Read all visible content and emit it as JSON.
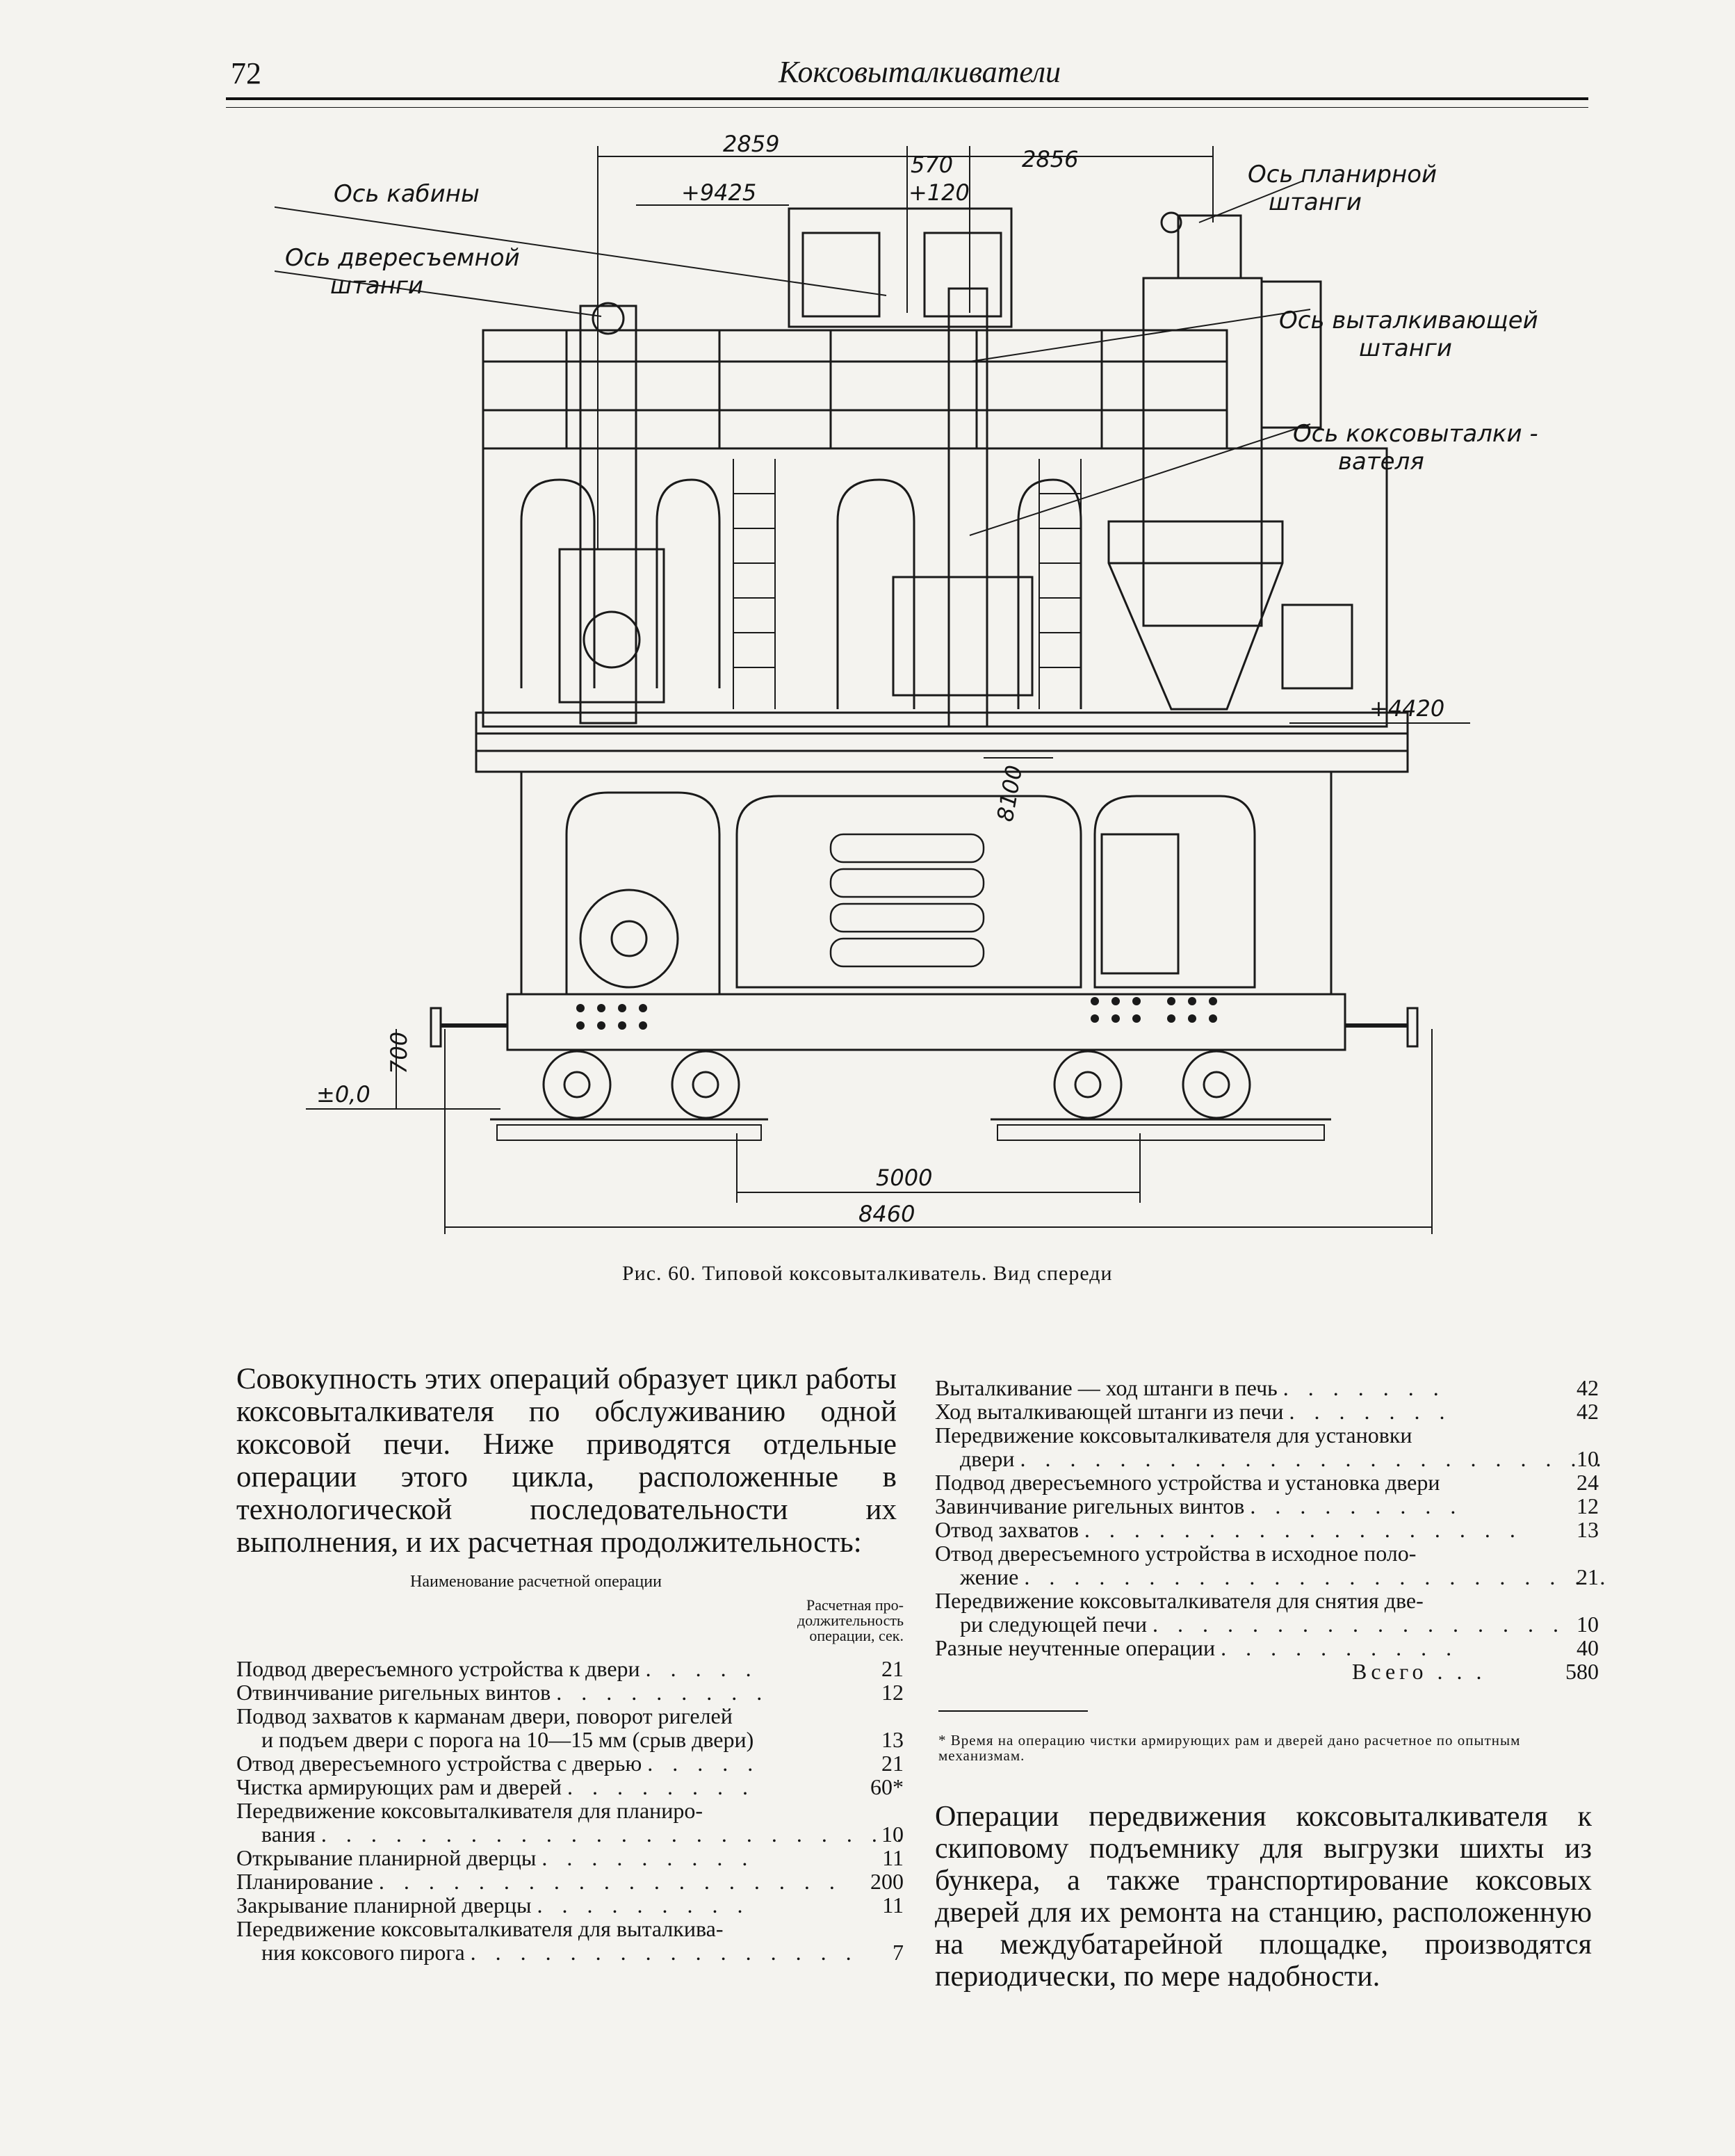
{
  "header": {
    "page_number": "72",
    "running_title": "Коксовыталкиватели"
  },
  "figure": {
    "caption": "Рис. 60. Типовой коксовыталкиватель. Вид спереди",
    "labels": {
      "cabin_axis": "Ось кабины",
      "door_bar_axis_1": "Ось двересъемной",
      "door_bar_axis_2": "штанги",
      "planir_axis_1": "Ось планирной",
      "planir_axis_2": "штанги",
      "push_axis_1": "Ось выталкивающей",
      "push_axis_2": "штанги",
      "machine_axis_1": "Ось коксовыталки -",
      "machine_axis_2": "вателя"
    },
    "dimensions": {
      "d2859": "2859",
      "d570": "570",
      "d2856": "2856",
      "d120": "+120",
      "elev9425": "+9425",
      "elev4420": "+4420",
      "d8100": "8100",
      "d700": "700",
      "elev0": "±0,0",
      "d5000": "5000",
      "d8460": "8460"
    }
  },
  "left_paragraph": "Совокупность этих операций образует цикл работы коксовыталкивателя по обслуживанию одной коксовой печи. Ниже приводятся отдельные операции этого цикла, расположенные в технологической последовательности их выполнения, и их расчетная продолжительность:",
  "table": {
    "name_header": "Наименование расчетной операции",
    "duration_header": [
      "Расчетная про-",
      "должительность",
      "операции, сек."
    ],
    "left_ops": [
      {
        "label": "Подвод двересъемного устройства к двери",
        "dots": ". . . . .",
        "value": "21"
      },
      {
        "label": "Отвинчивание ригельных винтов",
        "dots": ". . . . . . . . .",
        "value": "12"
      },
      {
        "label": "Подвод захватов к карманам двери, поворот ригелей",
        "cont": "и подъем двери с порога на 10—15 мм (срыв двери)",
        "value": "13"
      },
      {
        "label": "Отвод двересъемного устройства с дверью",
        "dots": ". . . . .",
        "value": "21"
      },
      {
        "label": "Чистка армирующих рам и дверей",
        "dots": ". . . . . . . .",
        "value": "60*"
      },
      {
        "label": "Передвижение коксовыталкивателя для планиро-",
        "cont": "вания",
        "cont_dots": ". . . . . . . . . . . . . . . . . . . . . . . .",
        "value": "10"
      },
      {
        "label": "Открывание планирной дверцы",
        "dots": ". . . . . . . . .",
        "value": "11"
      },
      {
        "label": "Планирование",
        "dots": ". . . . . . . . . . . . . . . . . . .",
        "value": "200"
      },
      {
        "label": "Закрывание планирной дверцы",
        "dots": ". . . . . . . . .",
        "value": "11"
      },
      {
        "label": "Передвижение коксовыталкивателя для выталкива-",
        "cont": "ния коксового пирога",
        "cont_dots": ". . . . . . . . . . . . . . . .",
        "value": "7"
      }
    ],
    "right_ops": [
      {
        "label": "Выталкивание — ход штанги в печь",
        "dots": ". . . . . . .",
        "value": "42"
      },
      {
        "label": "Ход выталкивающей штанги из печи",
        "dots": ". . . . . . .",
        "value": "42"
      },
      {
        "label": "Передвижение коксовыталкивателя для установки",
        "cont": "двери",
        "cont_dots": ". . . . . . . . . . . . . . . . . . . . . . . .",
        "value": "10"
      },
      {
        "label": "Подвод двересъемного устройства и установка двери",
        "value": "24"
      },
      {
        "label": "Завинчивание ригельных винтов",
        "dots": ". . . . . . . . .",
        "value": "12"
      },
      {
        "label": "Отвод захватов",
        "dots": ". . . . . . . . . . . . . . . . . .",
        "value": "13"
      },
      {
        "label": "Отвод двересъемного устройства в исходное поло-",
        "cont": "жение",
        "cont_dots": ". . . . . . . . . . . . . . . . . . . . . . . .",
        "value": "21"
      },
      {
        "label": "Передвижение коксовыталкивателя для снятия две-",
        "cont": "ри следующей печи",
        "cont_dots": ". . . . . . . . . . . . . . . . .",
        "value": "10"
      },
      {
        "label": "Разные неучтенные операции",
        "dots": ". . . . . . . . . .",
        "value": "40"
      }
    ],
    "total_label": "Всего . . .",
    "total_value": "580"
  },
  "footnote": "* Время на операцию чистки армирующих рам и дверей дано расчетное по опытным механизмам.",
  "right_paragraph": "Операции передвижения коксовыталкивателя к скиповому подъемнику для выгрузки шихты из бункера, а также транспортирование коксовых дверей для их ремонта на станцию, расположенную на междубатарейной площадке, производятся периодически, по мере надобности."
}
